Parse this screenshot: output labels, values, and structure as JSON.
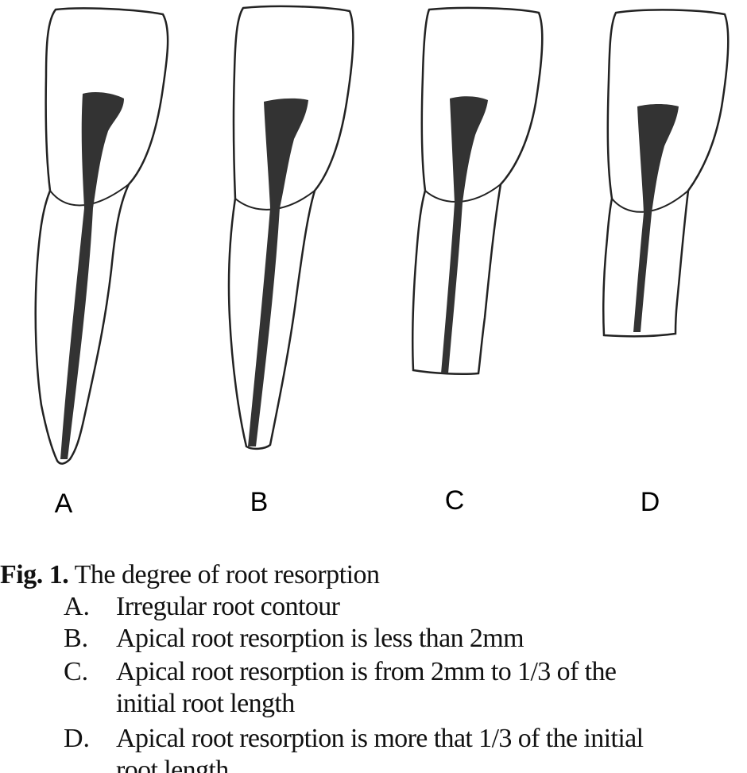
{
  "figure": {
    "teeth": [
      {
        "letter": "A"
      },
      {
        "letter": "B"
      },
      {
        "letter": "C"
      },
      {
        "letter": "D"
      }
    ]
  },
  "caption": {
    "fig_number": "Fig. 1.",
    "title": "The degree of root resorption",
    "items": [
      {
        "letter": "A.",
        "lines": [
          "Irregular root contour"
        ]
      },
      {
        "letter": "B.",
        "lines": [
          "Apical root resorption is less than 2mm"
        ]
      },
      {
        "letter": "C.",
        "lines": [
          "Apical root resorption is from 2mm to 1/3 of the",
          "initial root length"
        ]
      },
      {
        "letter": "D.",
        "lines": [
          "Apical root resorption is more that 1/3 of the initial",
          "root length"
        ]
      }
    ]
  }
}
